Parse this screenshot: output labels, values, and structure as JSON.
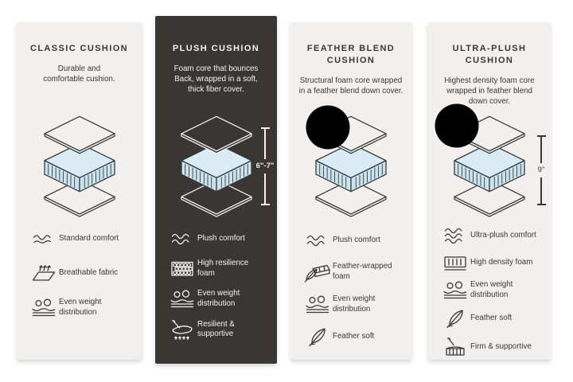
{
  "colors": {
    "page_background": "#ffffff",
    "card_background": "#f1f0ee",
    "dark_card_background": "#3a3634",
    "ink": "#3a3734",
    "light_text": "#f3f2f0",
    "cushion_blue_top": "#d9ecf5",
    "cushion_blue_side": "#c9e3ef"
  },
  "cards": [
    {
      "id": "classic",
      "theme": "light",
      "title": "CLASSIC CUSHION",
      "description": "Durable and comfortable cushion.",
      "measurement": null,
      "has_feather_badge": false,
      "features": [
        {
          "icon": "waves-icon",
          "label": "Standard comfort"
        },
        {
          "icon": "breathable-fabric-icon",
          "label": "Breathable fabric"
        },
        {
          "icon": "even-weight-icon",
          "label": "Even weight distribution"
        }
      ]
    },
    {
      "id": "plush",
      "theme": "dark",
      "title": "PLUSH CUSHION",
      "description": "Foam core that bounces Back, wrapped in a soft, thick fiber cover.",
      "measurement": "6\"-7\"",
      "has_feather_badge": false,
      "features": [
        {
          "icon": "waves-icon",
          "label": "Plush comfort"
        },
        {
          "icon": "foam-bubbles-icon",
          "label": "High resilience foam"
        },
        {
          "icon": "even-weight-icon",
          "label": "Even weight distribution"
        },
        {
          "icon": "hand-press-icon",
          "label": "Resilient & supportive"
        }
      ]
    },
    {
      "id": "feather-blend",
      "theme": "light",
      "title": "FEATHER BLEND CUSHION",
      "description": "Structural foam core wrapped in a feather blend down cover.",
      "measurement": null,
      "has_feather_badge": true,
      "features": [
        {
          "icon": "waves-icon",
          "label": "Plush comfort"
        },
        {
          "icon": "feather-foam-icon",
          "label": "Feather-wrapped foam"
        },
        {
          "icon": "even-weight-icon",
          "label": "Even weight distribution"
        },
        {
          "icon": "feather-icon",
          "label": "Feather soft"
        }
      ]
    },
    {
      "id": "ultra-plush",
      "theme": "light",
      "title": "ULTRA-PLUSH CUSHION",
      "description": "Highest density foam core wrapped in feather blend down cover.",
      "measurement": "9\"",
      "has_feather_badge": true,
      "features": [
        {
          "icon": "waves-icon",
          "label": "Ultra-plush comfort"
        },
        {
          "icon": "foam-bars-icon",
          "label": "High density foam"
        },
        {
          "icon": "even-weight-icon",
          "label": "Even weight distribution"
        },
        {
          "icon": "feather-icon",
          "label": "Feather soft"
        },
        {
          "icon": "firm-support-icon",
          "label": "Firm & supportive"
        }
      ]
    }
  ]
}
